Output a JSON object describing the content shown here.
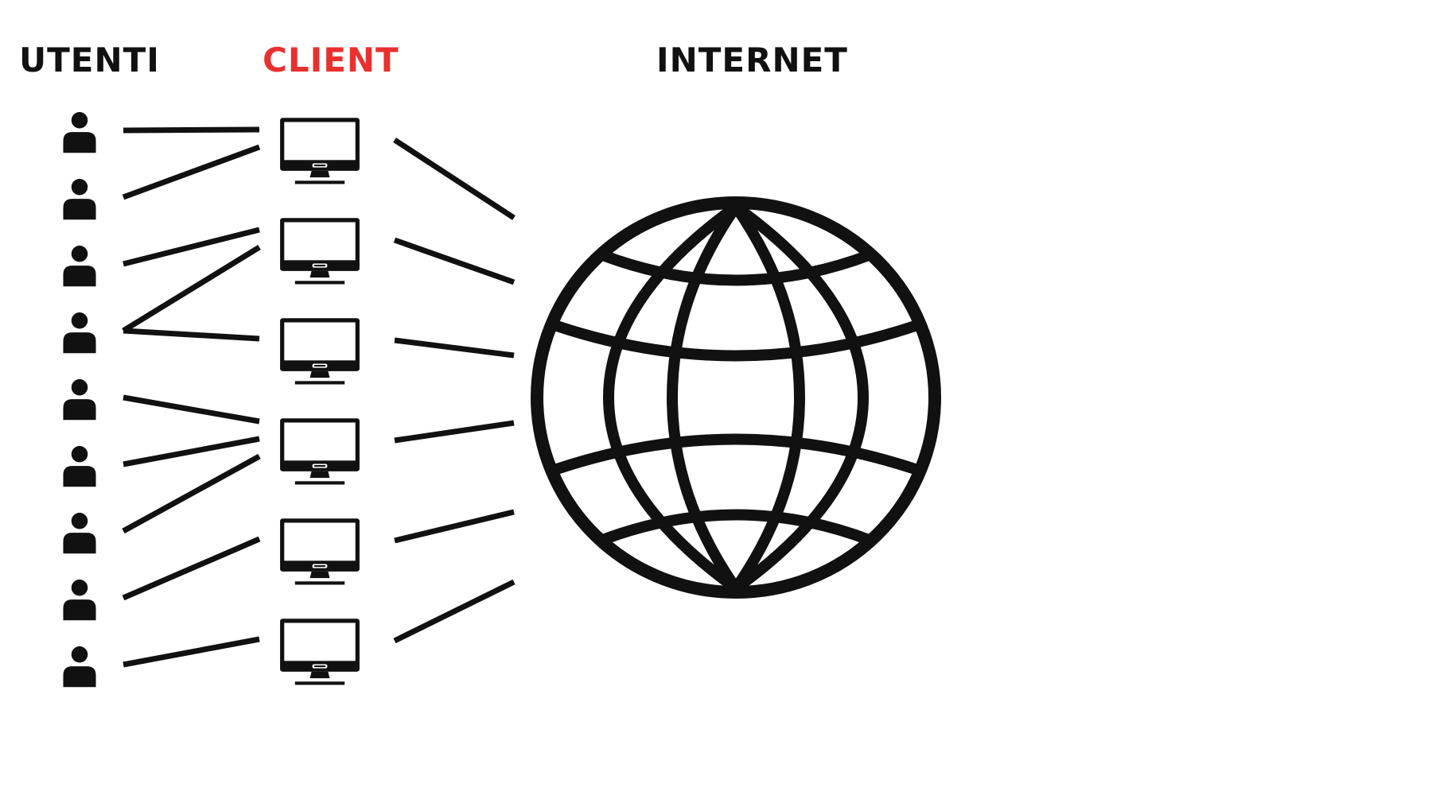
{
  "headers": {
    "users": "UTENTI",
    "client": "CLIENT",
    "internet": "INTERNET"
  },
  "colors": {
    "text": "#111111",
    "client_accent": "#e8312f",
    "stroke": "#111111"
  },
  "icons": {
    "user": "user-icon",
    "client": "monitor-icon",
    "internet": "globe-icon"
  },
  "counts": {
    "users": 9,
    "clients": 6
  },
  "links": {
    "user_to_client": [
      [
        0,
        0
      ],
      [
        1,
        0
      ],
      [
        2,
        1
      ],
      [
        3,
        1
      ],
      [
        3,
        2
      ],
      [
        4,
        3
      ],
      [
        5,
        3
      ],
      [
        6,
        3
      ],
      [
        7,
        4
      ],
      [
        8,
        5
      ]
    ],
    "client_to_internet": [
      0,
      1,
      2,
      3,
      4,
      5
    ]
  }
}
